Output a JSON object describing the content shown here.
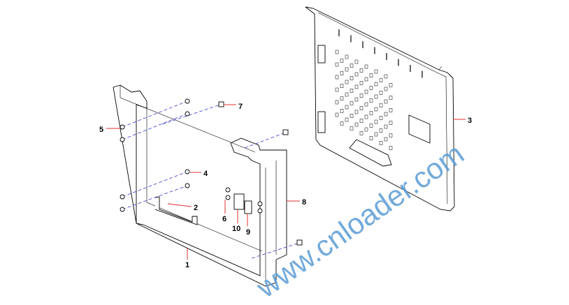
{
  "diagram": {
    "labels": [
      "1",
      "2",
      "3",
      "4",
      "5",
      "6",
      "7",
      "8",
      "9",
      "10"
    ],
    "watermark": "www.cnloader.com",
    "colors": {
      "leader": "#e03030",
      "watermark": "#5b9bd5",
      "axis_dash": "#3a3acc"
    }
  }
}
